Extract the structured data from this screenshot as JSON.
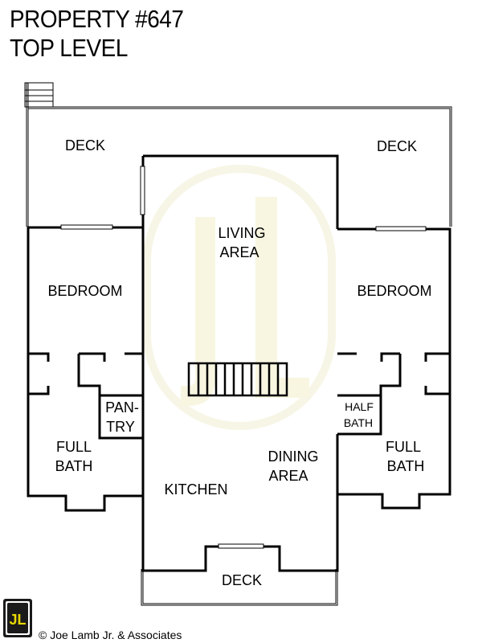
{
  "header": {
    "line1": "PROPERTY #647",
    "line2": "TOP LEVEL"
  },
  "rooms": {
    "deck_left": "DECK",
    "deck_right": "DECK",
    "deck_bottom": "DECK",
    "living_1": "LIVING",
    "living_2": "AREA",
    "bedroom_left": "BEDROOM",
    "bedroom_right": "BEDROOM",
    "pantry_1": "PAN-",
    "pantry_2": "TRY",
    "half_bath_1": "HALF",
    "half_bath_2": "BATH",
    "full_bath_left_1": "FULL",
    "full_bath_left_2": "BATH",
    "full_bath_right_1": "FULL",
    "full_bath_right_2": "BATH",
    "dining_1": "DINING",
    "dining_2": "AREA",
    "kitchen": "KITCHEN"
  },
  "footer": {
    "copyright": "© Joe Lamb Jr. & Associates",
    "logo_text": "JL"
  },
  "colors": {
    "wall": "#000000",
    "watermark": "#f4f0c8",
    "logo_bg": "#1a1a1a",
    "logo_fg": "#e8d800"
  }
}
